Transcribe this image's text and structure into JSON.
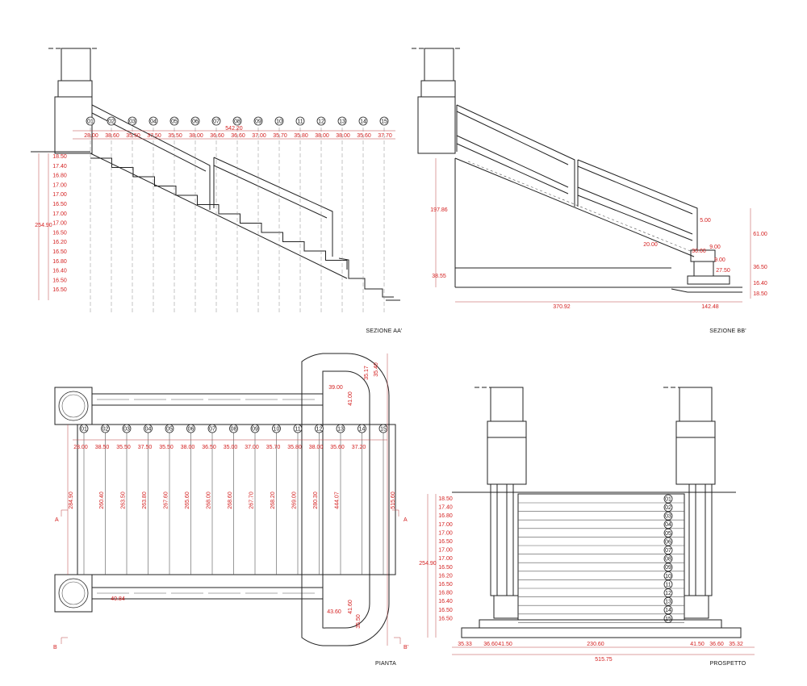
{
  "sheet": {
    "views": {
      "section_aa": "SEZIONE AA'",
      "section_bb": "SEZIONE BB'",
      "plan": "PIANTA",
      "elevation": "PROSPETTO"
    },
    "section_marks": {
      "a_left": "A",
      "a_right": "A",
      "b_left": "B",
      "b_right": "B'"
    }
  },
  "steps": [
    "01",
    "02",
    "03",
    "04",
    "05",
    "06",
    "07",
    "08",
    "09",
    "10",
    "11",
    "12",
    "13",
    "14",
    "15"
  ],
  "riser_heights": [
    "18.50",
    "17.40",
    "16.80",
    "17.00",
    "17.00",
    "16.50",
    "17.00",
    "17.00",
    "16.50",
    "16.20",
    "16.50",
    "16.80",
    "16.40",
    "16.50",
    "16.50"
  ],
  "section_aa": {
    "total_run": "542.20",
    "tread_depths": [
      "28.00",
      "38.60",
      "35.50",
      "37.50",
      "35.50",
      "38.00",
      "36.60",
      "36.60",
      "37.00",
      "35.70",
      "35.80",
      "38.00",
      "38.00",
      "35.60",
      "37.70"
    ],
    "total_rise": "254.90"
  },
  "section_bb": {
    "height_left": "197.86",
    "base_left": "38.55",
    "run_main": "370.92",
    "run_landing": "142.48",
    "rail_post_top": "5.00",
    "rail_height": "61.00",
    "base_right_1": "36.50",
    "base_right_2": "16.40",
    "base_right_3": "18.50",
    "label_20": "20.00",
    "label_30": "30.00",
    "label_9a": "9.00",
    "label_9b": "9.00",
    "label_27": "27.50"
  },
  "plan": {
    "tread_depths": [
      "28.00",
      "38.50",
      "35.50",
      "37.50",
      "35.50",
      "38.00",
      "36.50",
      "35.00",
      "37.00",
      "35.70",
      "35.80",
      "38.00",
      "35.60",
      "37.20"
    ],
    "step_widths": [
      "260.40",
      "263.50",
      "263.80",
      "267.60",
      "265.60",
      "268.00",
      "268.60",
      "267.70",
      "268.20",
      "269.00",
      "280.30",
      "444.07"
    ],
    "overall_width": "284.90",
    "right_dim": "515.60",
    "newel_dim": "40.84",
    "landing_labels": [
      "39.00",
      "41.00",
      "35.17",
      "35.40",
      "43.60",
      "41.60",
      "35.50"
    ]
  },
  "elevation": {
    "bottom_dims": [
      "35.33",
      "36.60",
      "41.50",
      "230.60",
      "41.50",
      "36.60",
      "35.32"
    ],
    "total_width": "515.75",
    "total_rise": "254.90"
  },
  "colors": {
    "line": "#222222",
    "dimension": "#d42020",
    "axis": "#888888"
  }
}
